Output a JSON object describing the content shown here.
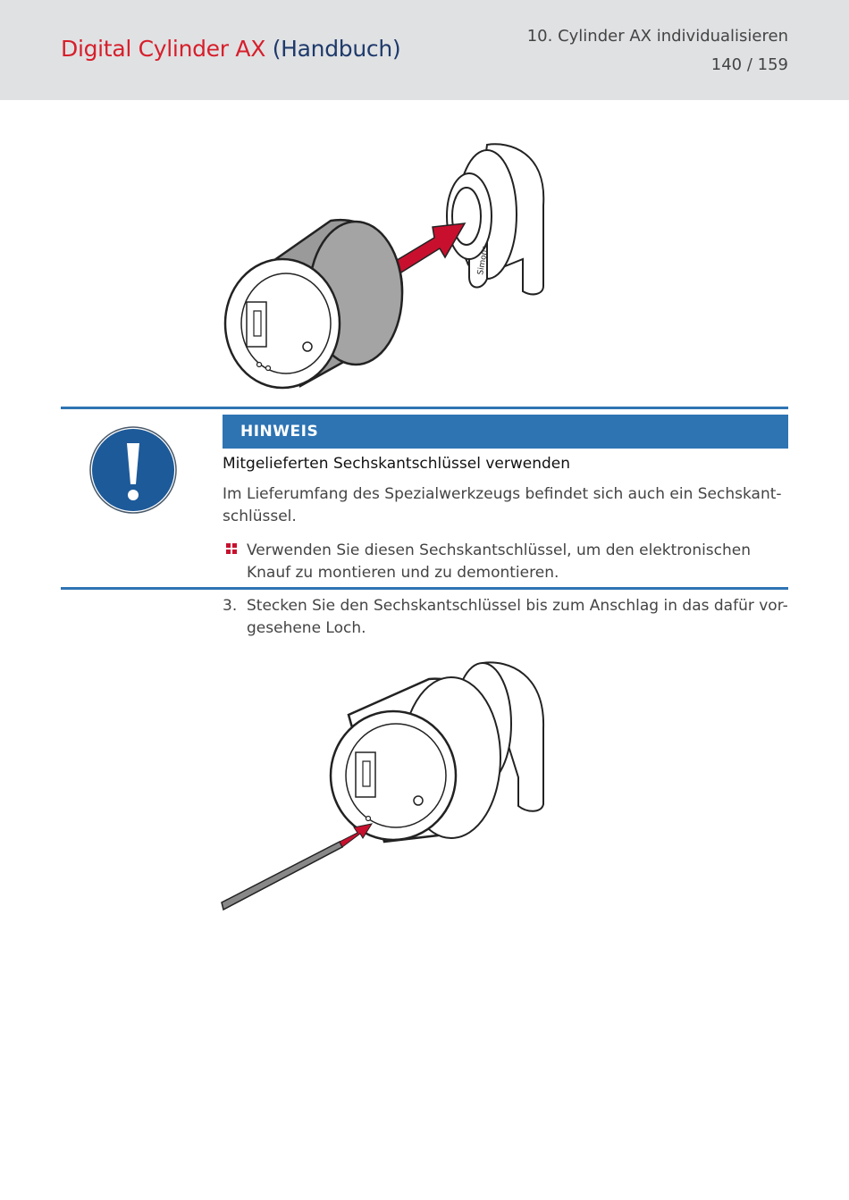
{
  "header": {
    "title_product": "Digital Cylinder AX",
    "title_suffix": "(Handbuch)",
    "chapter": "10. Cylinder AX individualisieren",
    "page": "140 / 159"
  },
  "figure1": {
    "brand_label": "Simons"
  },
  "notice": {
    "heading": "HINWEIS",
    "subtitle": "Mitgelieferten Sechskantschlüssel verwenden",
    "body_line1": "Im Lieferumfang des Spezialwerkzeugs befindet sich auch ein Sechskant-",
    "body_line2": "schlüssel.",
    "bullet_line1": "Verwenden Sie diesen Sechskantschlüssel, um den elektronischen",
    "bullet_line2": "Knauf zu montieren und zu demontieren."
  },
  "step": {
    "number": "3.",
    "line1": "Stecken Sie den Sechskantschlüssel bis zum Anschlag in das dafür vor-",
    "line2": "gesehene Loch."
  },
  "colors": {
    "brand_red": "#d61f2b",
    "brand_navy": "#1e3a6b",
    "notice_blue": "#2e74b3",
    "header_grey": "#e0e1e3",
    "arrow_red": "#c8102e"
  },
  "icons": {
    "notice": "exclamation-circle-icon",
    "bullet": "red-squares-bullet-icon"
  }
}
